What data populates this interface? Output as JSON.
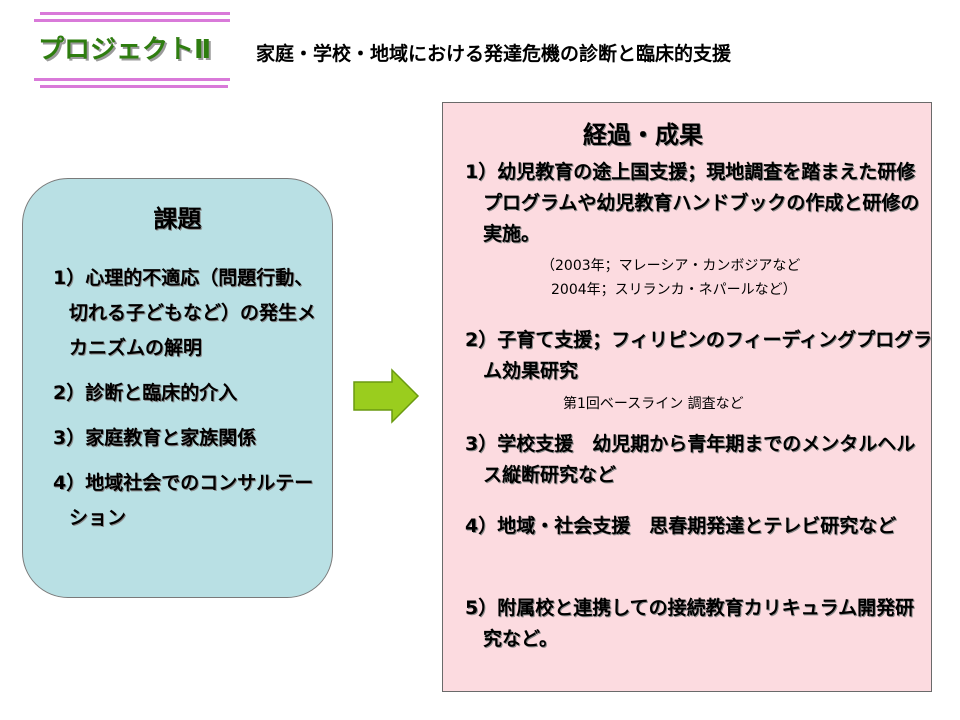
{
  "header": {
    "project_label": "プロジェクトⅡ",
    "title": "家庭・学校・地域における発達危機の診断と臨床的支援"
  },
  "issues": {
    "heading": "課題",
    "items": [
      "1）心理的不適応（問題行動、切れる子どもなど）の発生メカニズムの解明",
      "2）診断と臨床的介入",
      "3）家庭教育と家族関係",
      "4）地域社会でのコンサルテーション"
    ]
  },
  "results": {
    "heading": "経過・成果",
    "items": [
      {
        "text": "1）幼児教育の途上国支援；現地調査を踏まえた研修プログラムや幼児教育ハンドブックの作成と研修の実施。",
        "notes": [
          "（2003年；マレーシア・カンボジアなど",
          "2004年；スリランカ・ネパールなど）"
        ]
      },
      {
        "text": "2）子育て支援；フィリピンのフィーディングプログラム効果研究",
        "notes": [
          "第1回ベースライン 調査など"
        ]
      },
      {
        "text": "3）学校支援　幼児期から青年期までのメンタルヘルス縦断研究など",
        "notes": []
      },
      {
        "text": "4）地域・社会支援　思春期発達とテレビ研究など",
        "notes": []
      },
      {
        "text": "5）附属校と連携しての接続教育カリキュラム開発研究など。",
        "notes": []
      }
    ]
  },
  "colors": {
    "project_label": "#2e7d0f",
    "decor_lines": "#d97ad9",
    "issues_box": "#b9e0e4",
    "results_box": "#fcdbe0",
    "arrow": "#9acd1e"
  }
}
